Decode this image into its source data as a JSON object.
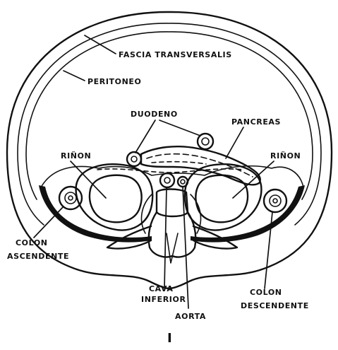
{
  "labels": {
    "fascia_transversalis": "FASCIA TRANSVERSALIS",
    "peritoneo": "PERITONEO",
    "duodeno": "DUODENO",
    "pancreas": "PANCREAS",
    "rinon_left": "RIÑON",
    "rinon_right": "RIÑON",
    "colon_ascendente": [
      "COLON",
      "ASCENDENTE"
    ],
    "colon_descendente": [
      "COLON",
      "DESCENDENTE"
    ],
    "cava_inferior": [
      "CAVA",
      "INFERIOR"
    ],
    "aorta": "AORTA",
    "figure_number": "I"
  }
}
